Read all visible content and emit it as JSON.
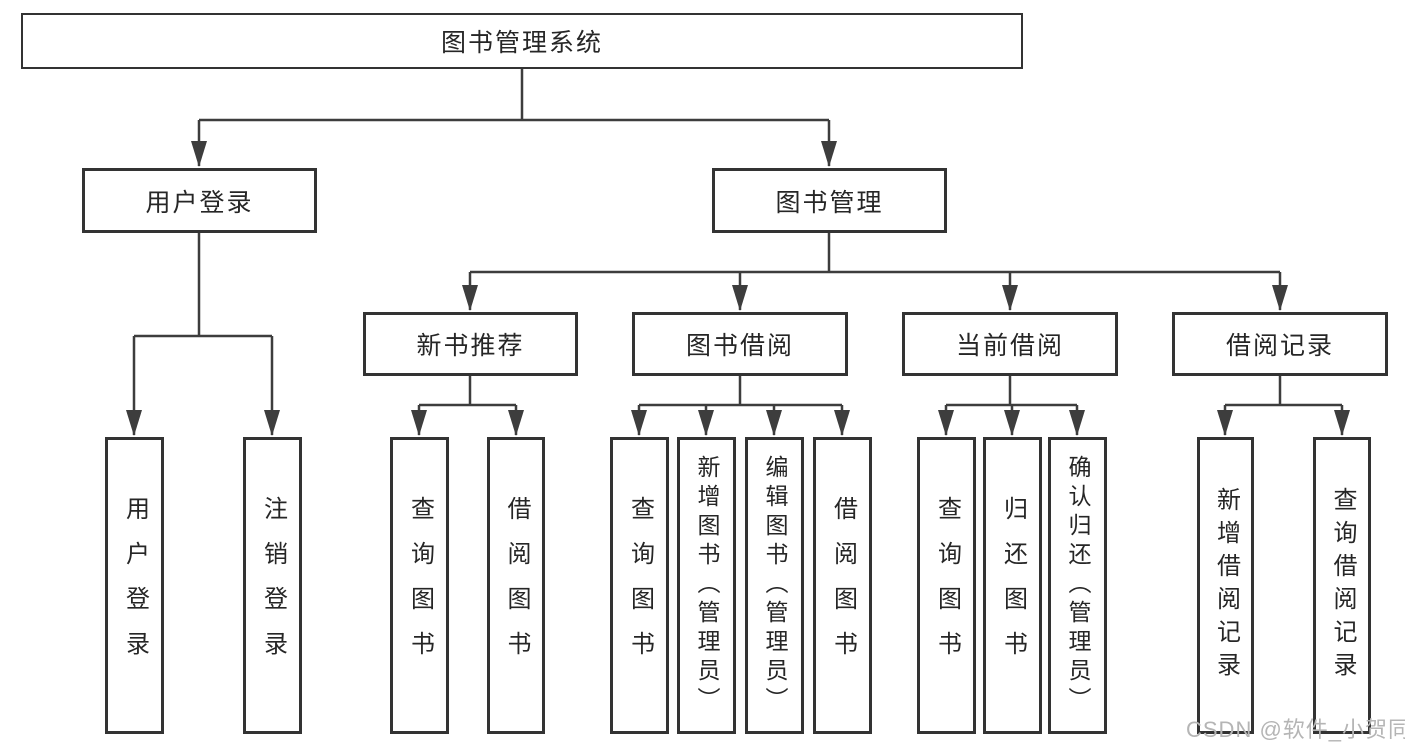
{
  "nodes": {
    "root": "图书管理系统",
    "user_login": "用户登录",
    "book_mgmt": "图书管理",
    "new_books": "新书推荐",
    "book_borrow": "图书借阅",
    "current_borrow": "当前借阅",
    "borrow_records": "借阅记录",
    "leaf_user_login": "用户登录",
    "leaf_logout": "注销登录",
    "leaf_nb_query_books": "查询图书",
    "leaf_nb_borrow_books": "借阅图书",
    "leaf_bb_query_books": "查询图书",
    "leaf_bb_add_books": "新增图书（管理员）",
    "leaf_bb_edit_books": "编辑图书（管理员）",
    "leaf_bb_borrow_books": "借阅图书",
    "leaf_cb_query_books": "查询图书",
    "leaf_cb_return_books": "归还图书",
    "leaf_cb_confirm_return": "确认归还（管理员）",
    "leaf_br_add_record": "新增借阅记录",
    "leaf_br_query_record": "查询借阅记录"
  },
  "watermark": "CSDN @软件_小贺同学",
  "colors": {
    "line": "#3d3d3d",
    "border": "#333333",
    "text": "#262626",
    "watermark_text": "#b5b5b5",
    "background": "#ffffff"
  }
}
